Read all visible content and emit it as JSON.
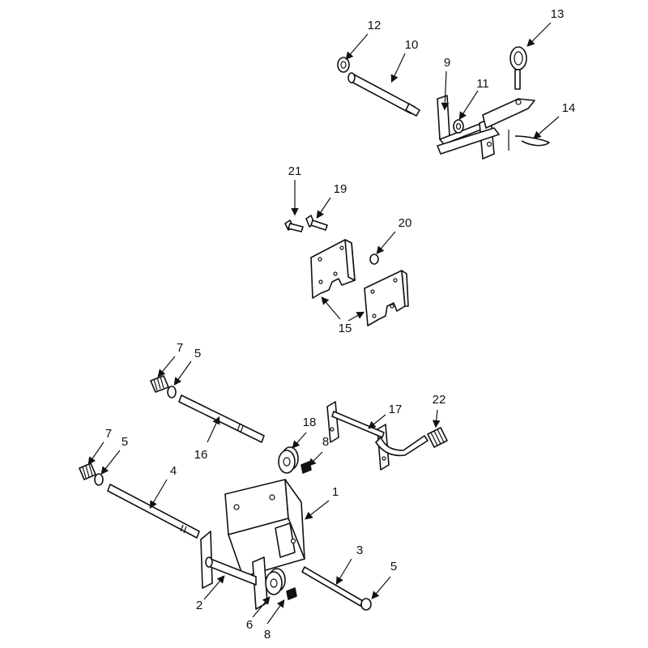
{
  "callouts": {
    "c1": "1",
    "c2": "2",
    "c3": "3",
    "c4": "4",
    "c5a": "5",
    "c5b": "5",
    "c5c": "5",
    "c6": "6",
    "c7a": "7",
    "c7b": "7",
    "c8a": "8",
    "c8b": "8",
    "c9": "9",
    "c10": "10",
    "c11": "11",
    "c12": "12",
    "c13": "13",
    "c14": "14",
    "c15": "15",
    "c16": "16",
    "c17": "17",
    "c18": "18",
    "c19": "19",
    "c20": "20",
    "c21": "21",
    "c22": "22"
  }
}
